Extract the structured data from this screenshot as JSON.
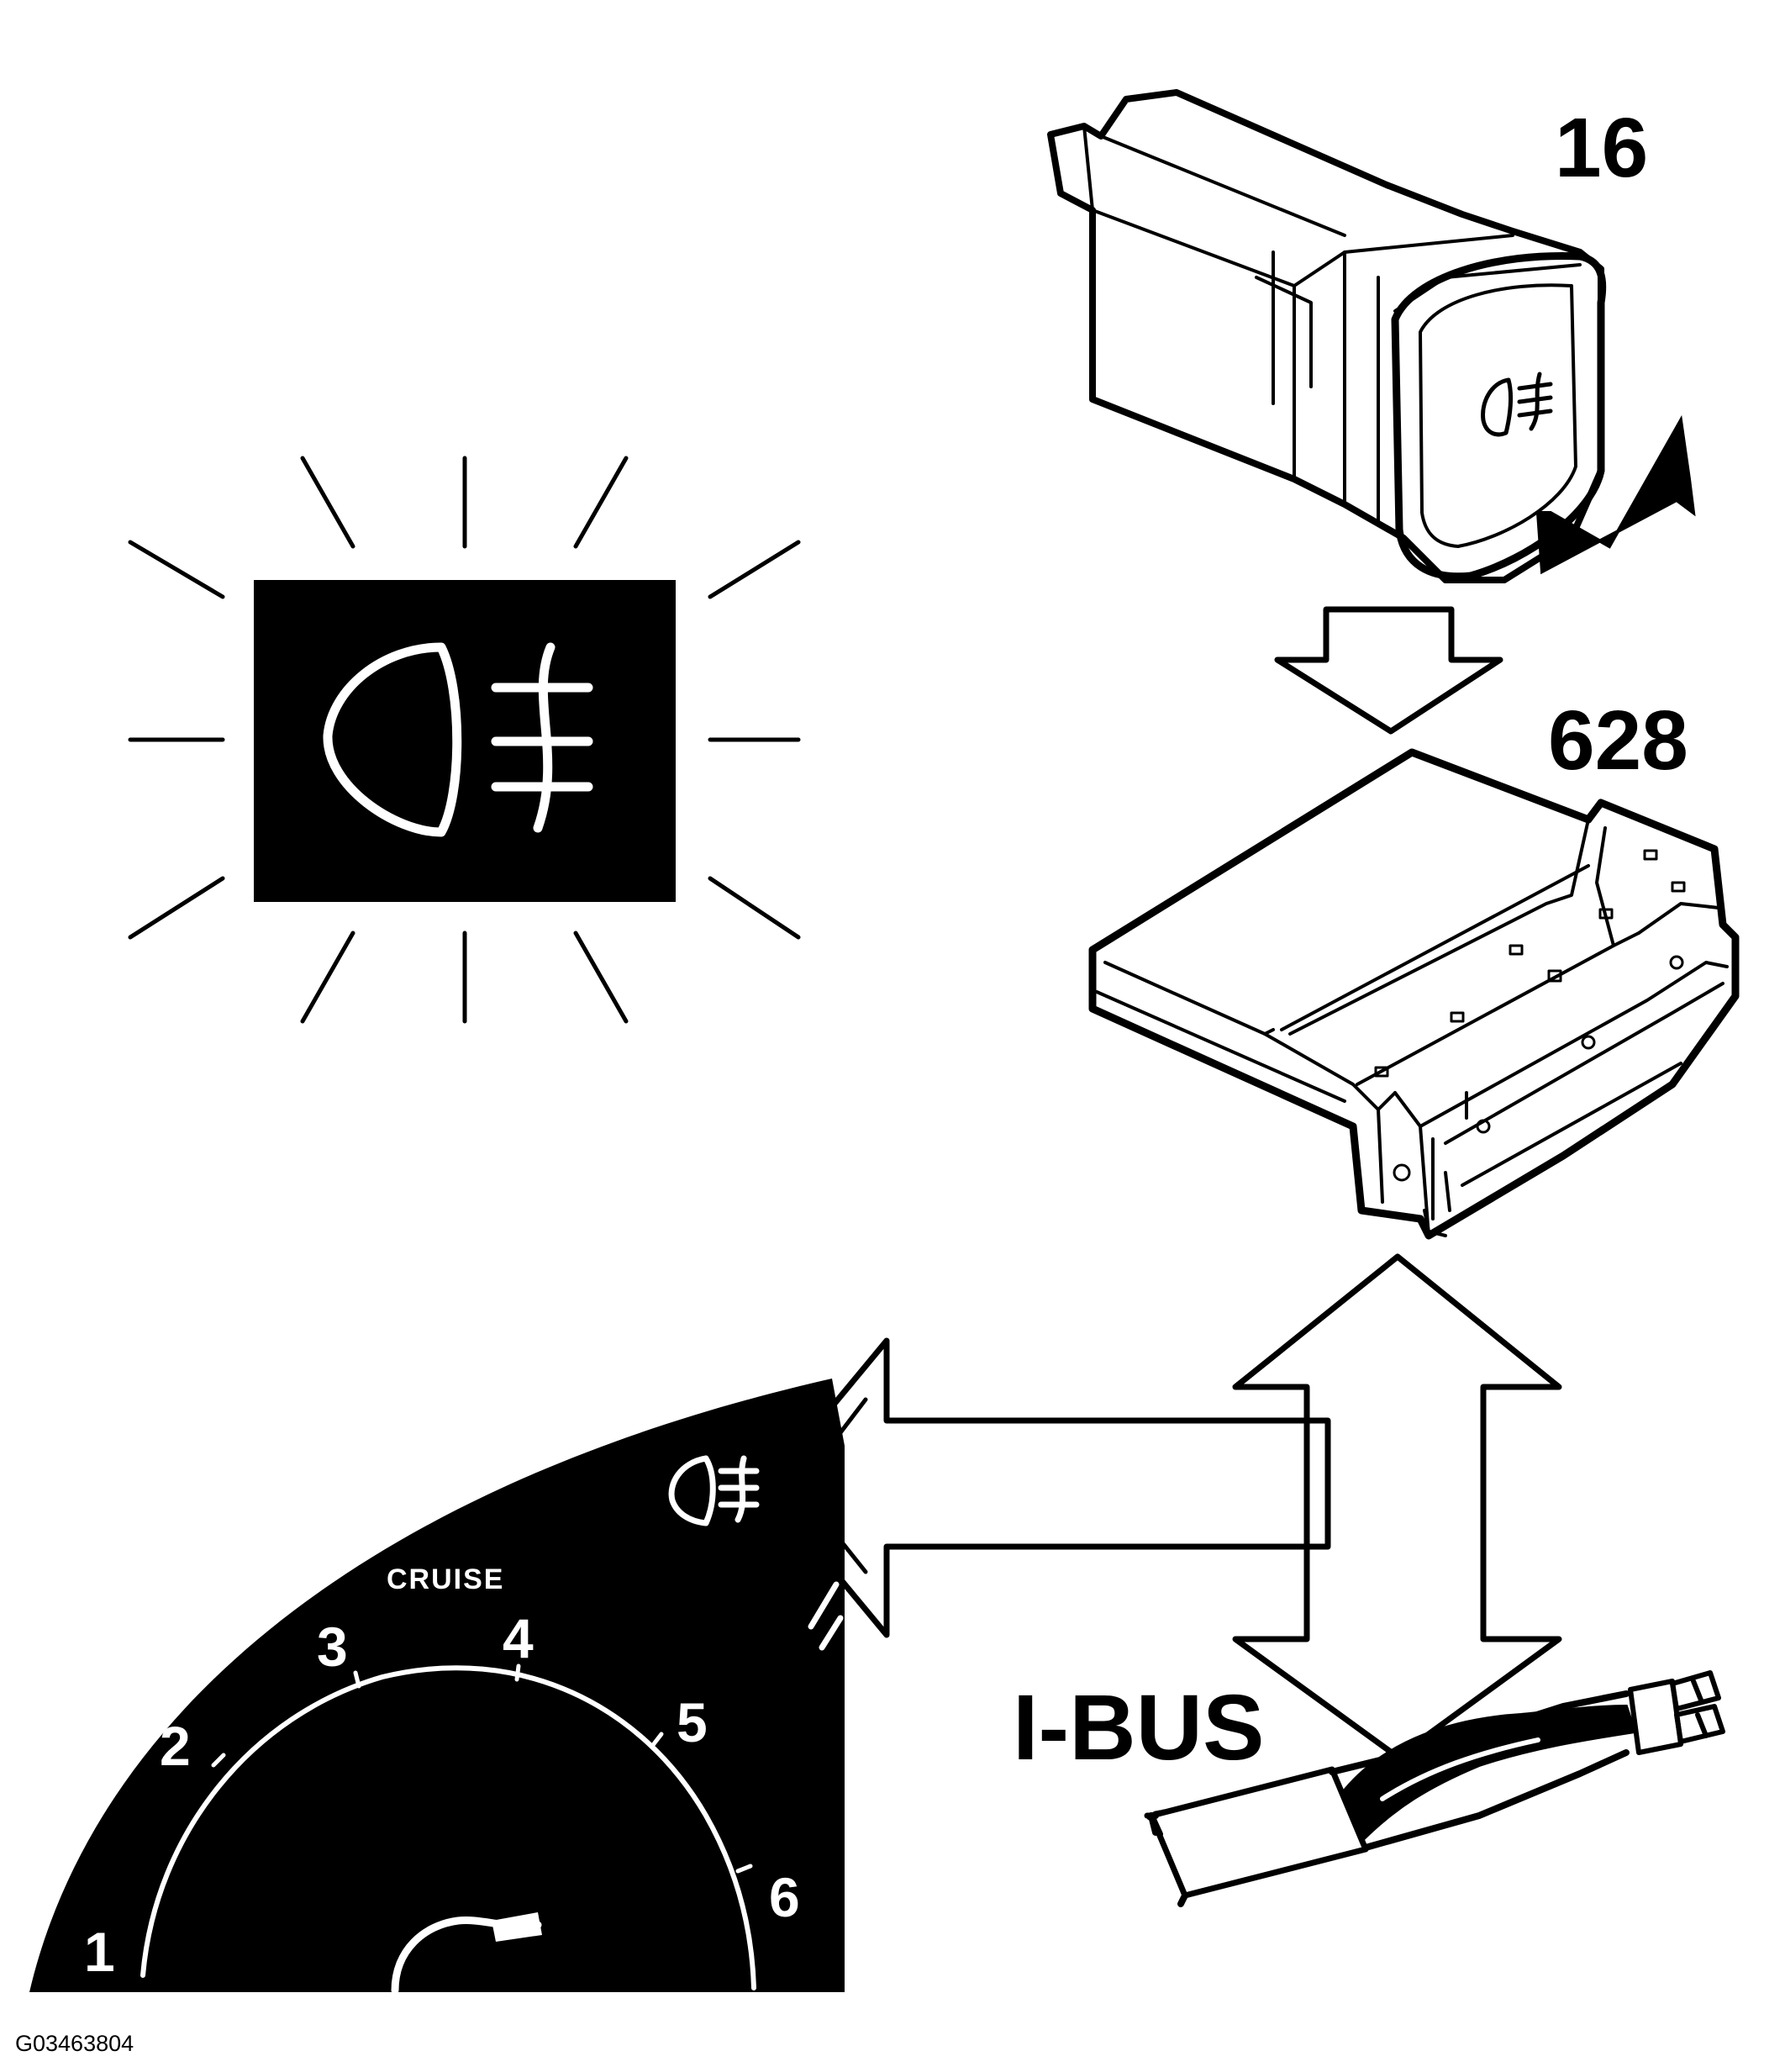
{
  "callouts": {
    "switch_number": "16",
    "module_number": "628",
    "bus_label": "I-BUS"
  },
  "instrument_cluster": {
    "indicator_label": "CRUISE",
    "dial_numbers": [
      "1",
      "2",
      "3",
      "4",
      "5",
      "6"
    ]
  },
  "figure_code": "G03463804",
  "icons": {
    "warning_lamp": "rear-fog-light-icon",
    "switch_symbol": "rear-fog-light-icon",
    "cluster_symbol": "rear-fog-light-icon",
    "press_arrow": "arrow-icon"
  },
  "colors": {
    "ink": "#000000",
    "paper": "#ffffff"
  }
}
